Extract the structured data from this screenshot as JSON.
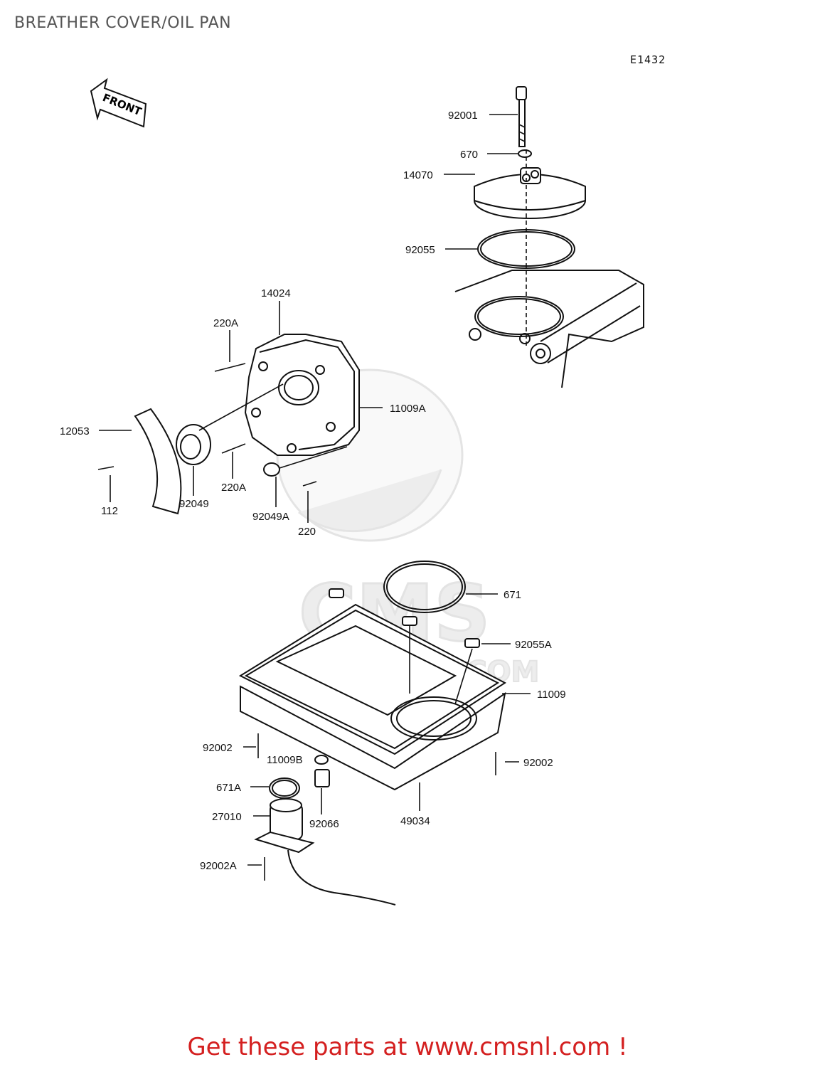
{
  "page": {
    "title": "BREATHER COVER/OIL PAN",
    "diagram_code": "E1432",
    "front_arrow": "FRONT",
    "banner": "Get these parts at www.cmsnl.com !"
  },
  "watermark": {
    "text": "CMS",
    "domain": ".COM"
  },
  "parts": [
    {
      "id": "92001"
    },
    {
      "id": "670"
    },
    {
      "id": "14070"
    },
    {
      "id": "92055"
    },
    {
      "id": "14024"
    },
    {
      "id": "220A"
    },
    {
      "id": "11009A"
    },
    {
      "id": "12053"
    },
    {
      "id": "112"
    },
    {
      "id": "92049"
    },
    {
      "id": "220A"
    },
    {
      "id": "92049A"
    },
    {
      "id": "220"
    },
    {
      "id": "671"
    },
    {
      "id": "92055A"
    },
    {
      "id": "11009"
    },
    {
      "id": "92002"
    },
    {
      "id": "11009B"
    },
    {
      "id": "92002"
    },
    {
      "id": "671A"
    },
    {
      "id": "92066"
    },
    {
      "id": "49034"
    },
    {
      "id": "27010"
    },
    {
      "id": "92002A"
    }
  ]
}
